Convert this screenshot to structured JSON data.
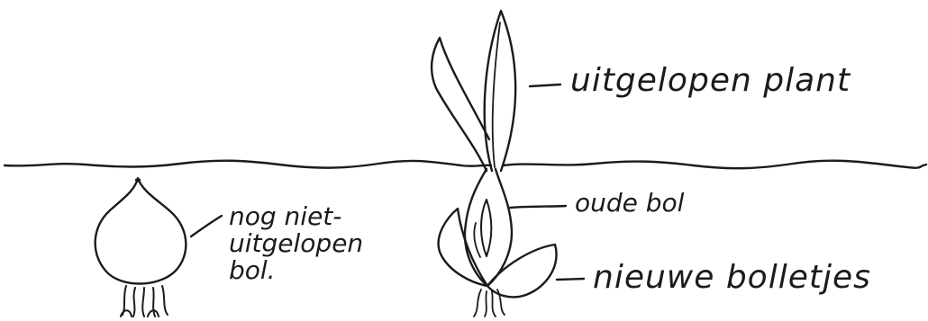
{
  "labels": {
    "sprouted_plant": "uitgelopen plant",
    "old_bulb": "oude bol",
    "new_bulbs": "nieuwe bolletjes",
    "unsprouted_line1": "nog niet-",
    "unsprouted_line2": "uitgelopen",
    "unsprouted_line3": "bol."
  },
  "colors": {
    "ink": "#1b1b1b",
    "paper": "#ffffff"
  }
}
